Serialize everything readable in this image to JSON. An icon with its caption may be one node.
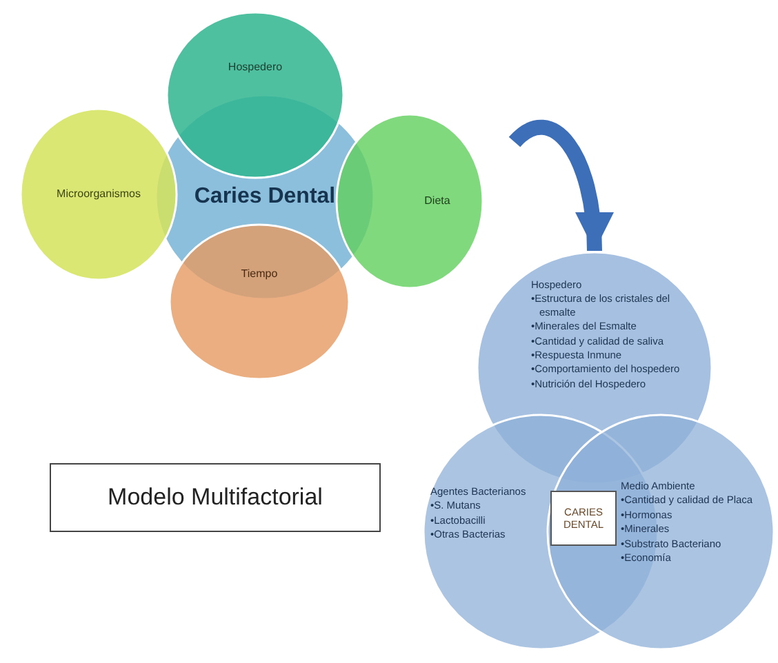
{
  "diagram": {
    "nodes": [
      {
        "text": [
          "Caries Dental"
        ]
      },
      {
        "text": [
          "Hospedero"
        ]
      },
      {
        "text": [
          "Microorganismos"
        ]
      },
      {
        "text": [
          "Dieta"
        ]
      },
      {
        "text": [
          "Tiempo"
        ]
      },
      {
        "text": [
          "Hospedero",
          "•Estructura de los cristales del esmalte",
          "•Minerales del Esmalte",
          "•Cantidad y calidad de saliva",
          "•Respuesta Inmune",
          "•Comportamiento del hospedero",
          "•Nutrición del Hospedero"
        ]
      },
      {
        "text": [
          "Agentes Bacterianos",
          "•S. Mutans",
          "•Lactobacilli",
          "•Otras Bacterias"
        ]
      },
      {
        "text": [
          "Medio Ambiente",
          "•Cantidad y calidad de Placa",
          "•Hormonas",
          "•Minerales",
          "•Substrato Bacteriano",
          "•Economía"
        ]
      },
      {
        "text": [
          "CARIES DENTAL"
        ]
      },
      {
        "text": [
          "Modelo Multifactorial"
        ]
      }
    ],
    "edges": [
      {
        "from": null,
        "to": 5,
        "arrow": "to"
      }
    ]
  }
}
